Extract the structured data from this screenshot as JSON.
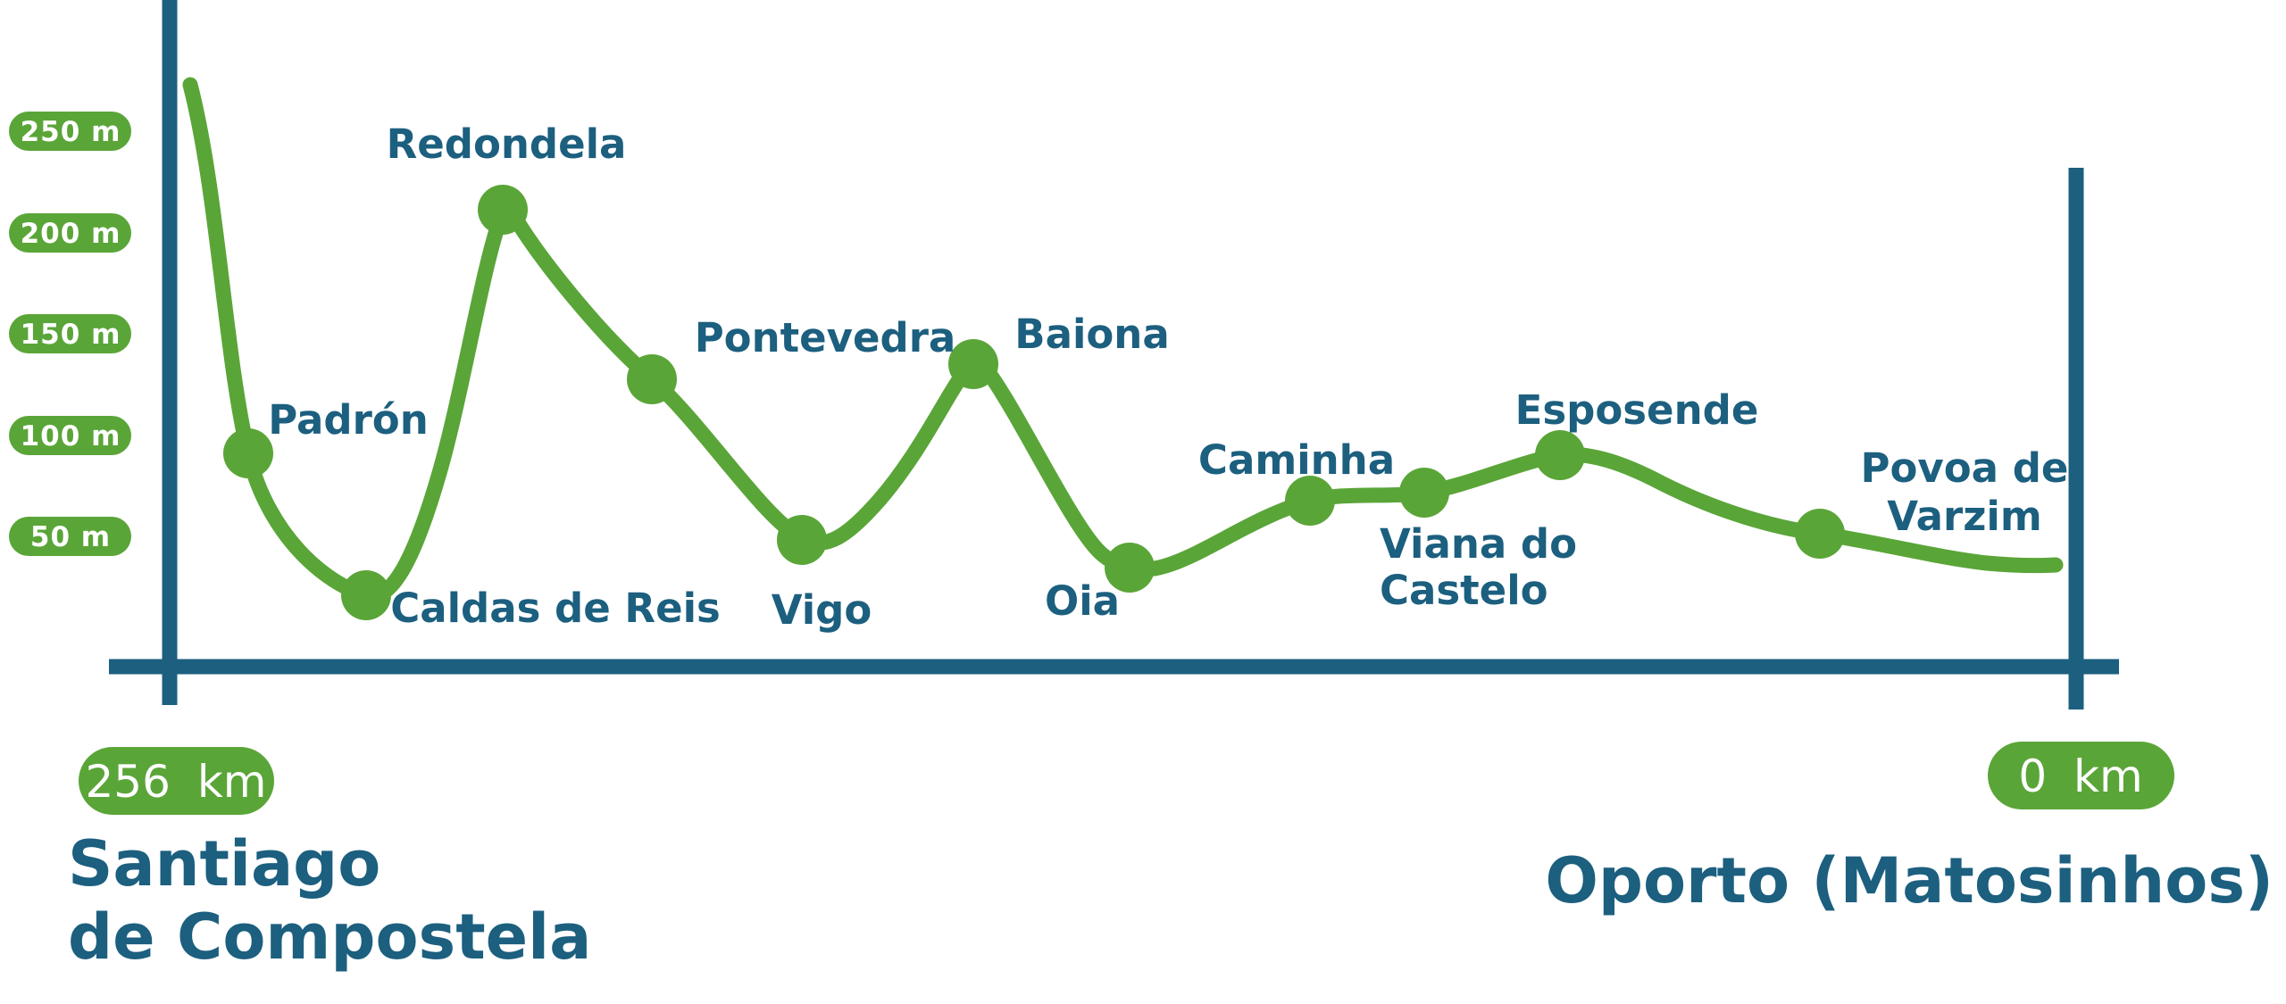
{
  "colors": {
    "green": "#5aa538",
    "teal": "#1d5f7f",
    "white": "#ffffff",
    "background": "#ffffff"
  },
  "y_axis": {
    "tick_labels": [
      "250 m",
      "200 m",
      "150 m",
      "100 m",
      "50 m"
    ]
  },
  "x_axis": {
    "start_badge": "256 km",
    "end_badge": "0 km"
  },
  "endpoints": {
    "start": {
      "badge": "256 km",
      "name_lines": [
        "Santiago",
        "de Compostela"
      ]
    },
    "end": {
      "badge": "0 km",
      "name": "Oporto (Matosinhos)"
    }
  },
  "cities": [
    {
      "label": "Padrón"
    },
    {
      "label": "Caldas de Reis"
    },
    {
      "label": "Redondela"
    },
    {
      "label": "Pontevedra"
    },
    {
      "label": "Vigo"
    },
    {
      "label": "Baiona"
    },
    {
      "label": "Oia"
    },
    {
      "label": "Caminha"
    },
    {
      "label": "Viana do Castelo",
      "lines": [
        "Viana do",
        "Castelo"
      ]
    },
    {
      "label": "Esposende"
    },
    {
      "label": "Povoa de Varzim",
      "lines": [
        "Povoa de",
        "Varzim"
      ]
    }
  ],
  "chart_data": {
    "type": "line",
    "title": "",
    "xlabel": "",
    "ylabel": "",
    "y_ticks_m": [
      250,
      200,
      150,
      100,
      50
    ],
    "x_tick_labels": [
      "256 km",
      "0 km"
    ],
    "x_direction": "distance remaining, 256 km at Santiago (left) to 0 km at Oporto (right)",
    "grid": false,
    "legend": false,
    "line_color": "#5aa538",
    "marker": "circle",
    "route_points": [
      {
        "name": "Santiago de Compostela",
        "distance_remaining_km": 256,
        "elevation_m_est": 270
      },
      {
        "name": "Padrón",
        "elevation_m_est": 90
      },
      {
        "name": "Caldas de Reis",
        "elevation_m_est": 20
      },
      {
        "name": "Redondela",
        "elevation_m_est": 210
      },
      {
        "name": "Pontevedra",
        "elevation_m_est": 125
      },
      {
        "name": "Vigo",
        "elevation_m_est": 50
      },
      {
        "name": "Baiona",
        "elevation_m_est": 135
      },
      {
        "name": "Oia",
        "elevation_m_est": 35
      },
      {
        "name": "Caminha",
        "elevation_m_est": 65
      },
      {
        "name": "Viana do Castelo",
        "elevation_m_est": 70
      },
      {
        "name": "Esposende",
        "elevation_m_est": 90
      },
      {
        "name": "Povoa de Varzim",
        "elevation_m_est": 50
      },
      {
        "name": "Oporto (Matosinhos)",
        "distance_remaining_km": 0,
        "elevation_m_est": 35
      }
    ]
  }
}
